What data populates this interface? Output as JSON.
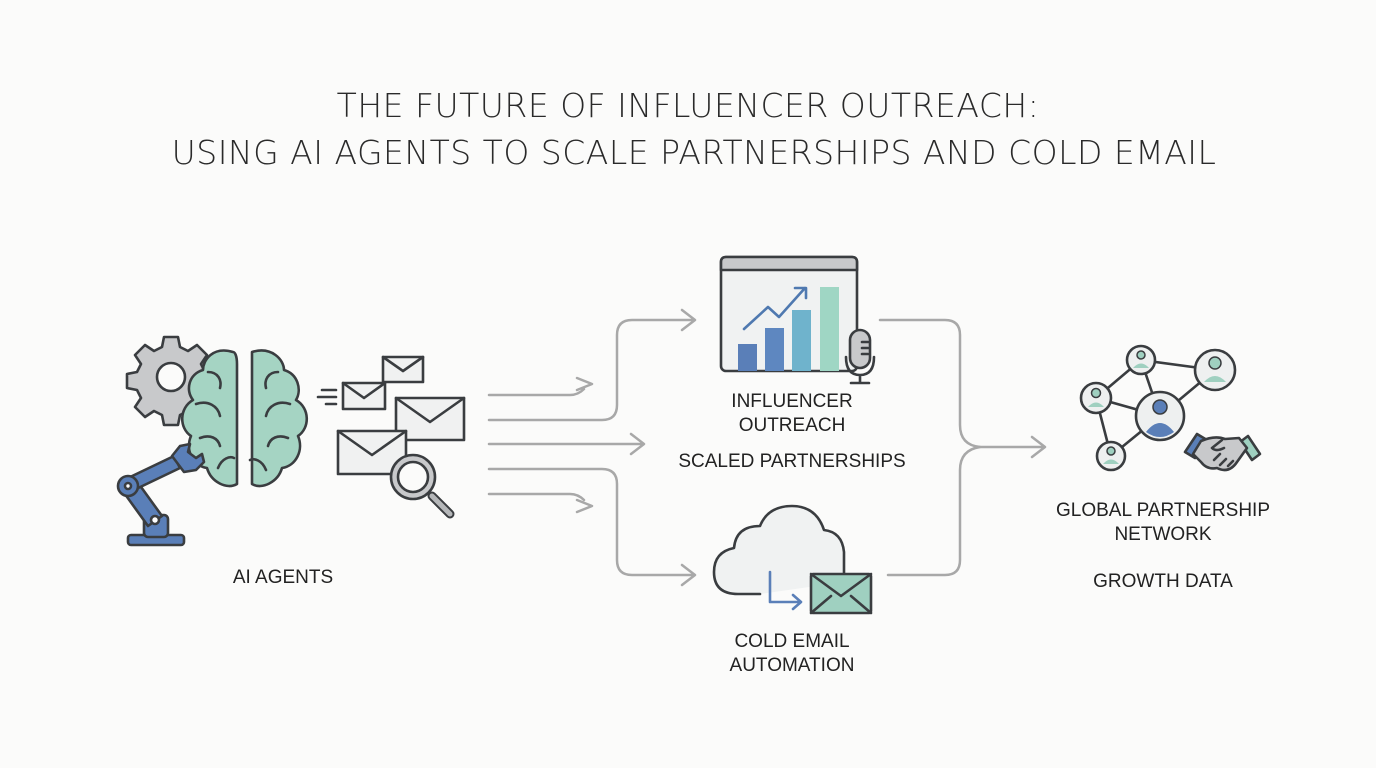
{
  "title": {
    "line1": "THE FUTURE OF INFLUENCER OUTREACH:",
    "line2": "USING AI AGENTS TO SCALE PARTNERSHIPS AND COLD EMAIL"
  },
  "nodes": {
    "ai_agents": {
      "label": "AI AGENTS"
    },
    "influencer": {
      "label_line1": "INFLUENCER",
      "label_line2": "OUTREACH",
      "sublabel": "SCALED PARTNERSHIPS"
    },
    "cold_email": {
      "label_line1": "COLD EMAIL",
      "label_line2": "AUTOMATION"
    },
    "network": {
      "label_line1": "GLOBAL PARTNERSHIP",
      "label_line2": "NETWORK",
      "sublabel": "GROWTH DATA"
    }
  },
  "colors": {
    "teal": "#9fd0c0",
    "blue": "#5a7fb8",
    "gray": "#c8c9cb",
    "line": "#a8a8a8",
    "ink": "#3a3d40"
  }
}
